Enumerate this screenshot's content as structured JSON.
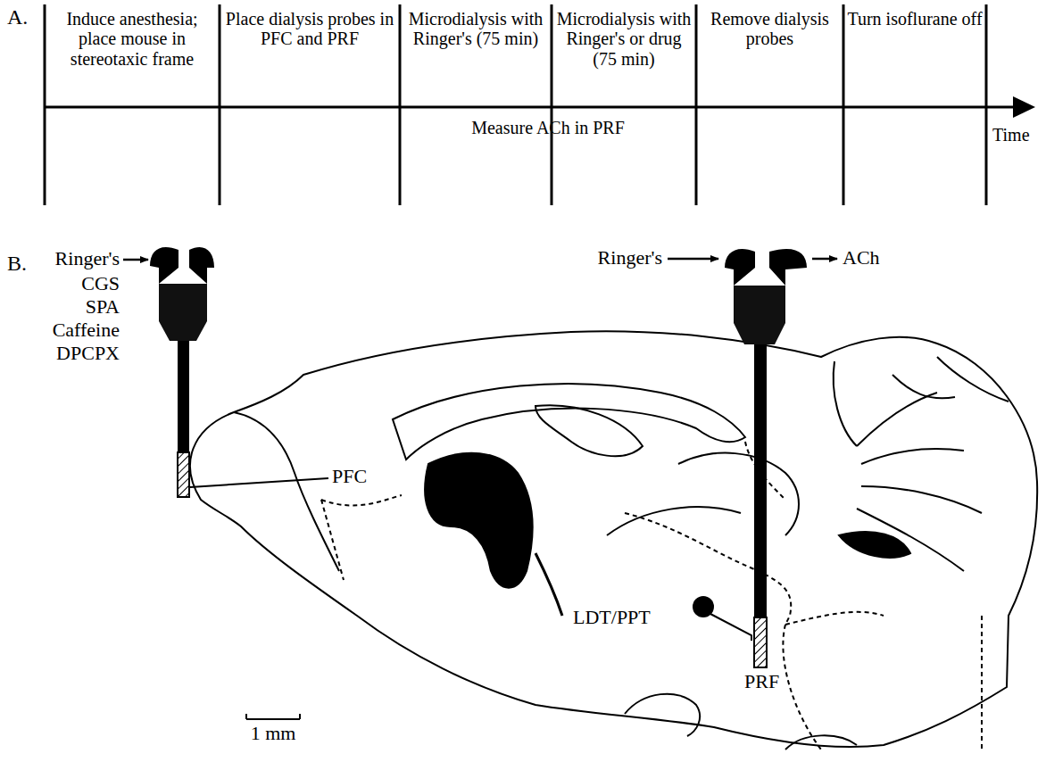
{
  "diagram": {
    "labels": [
      "A.",
      "Induce anesthesia; place mouse in stereotaxic frame",
      "Place dialysis probes in PFC and PRF",
      "Microdialysis with Ringer's (75 min)",
      "Microdialysis with Ringer's or drug (75 min)",
      "Remove dialysis probes",
      "Turn isoflurane off",
      "Measure ACh in PRF",
      "Time",
      "B.",
      "Ringer's",
      "CGS",
      "SPA",
      "Caffeine",
      "DPCPX",
      "Ringer's",
      "ACh",
      "PFC",
      "LDT/PPT",
      "PRF",
      "1 mm"
    ]
  }
}
